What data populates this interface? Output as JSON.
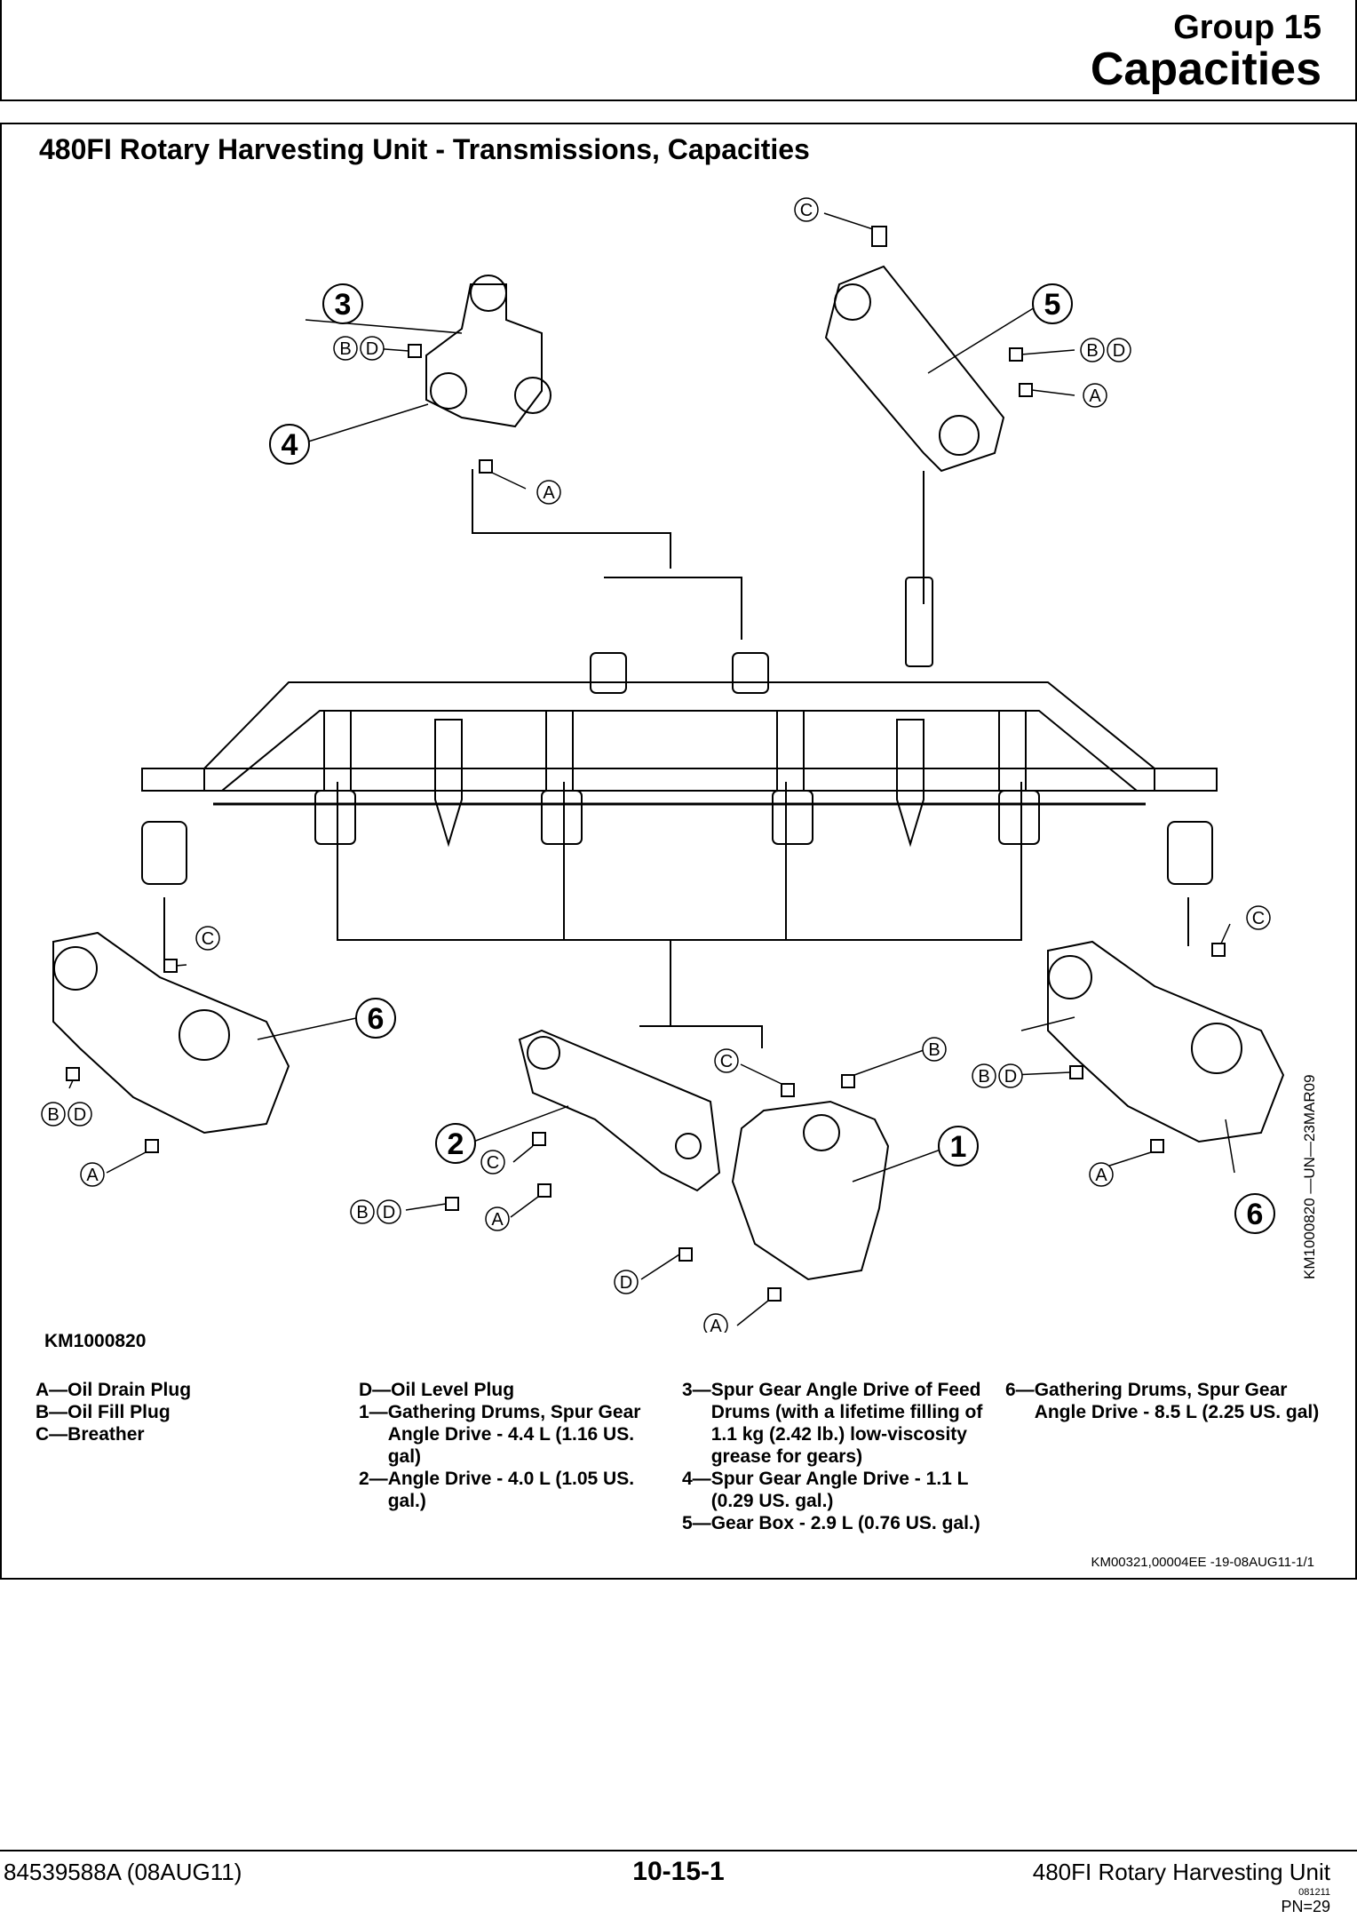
{
  "header": {
    "group_label": "Group 15",
    "group_title": "Capacities"
  },
  "section": {
    "title": "480FI Rotary Harvesting Unit - Transmissions, Capacities",
    "figure_id": "KM1000820",
    "side_code": "KM1000820 —UN—23MAR09",
    "ref_code": "KM00321,00004EE -19-08AUG11-1/1"
  },
  "callouts": {
    "n1": "1",
    "n2": "2",
    "n3": "3",
    "n4": "4",
    "n5": "5",
    "n6": "6",
    "a": "A",
    "b": "B",
    "c": "C",
    "d": "D"
  },
  "legend": [
    [
      {
        "key": "A—",
        "text": "Oil Drain Plug"
      },
      {
        "key": "B—",
        "text": "Oil Fill Plug"
      },
      {
        "key": "C—",
        "text": "Breather"
      }
    ],
    [
      {
        "key": "D—",
        "text": "Oil Level Plug"
      },
      {
        "key": "1— ",
        "text": "Gathering Drums, Spur Gear Angle Drive - 4.4 L (1.16 US. gal)"
      },
      {
        "key": "2— ",
        "text": "Angle Drive - 4.0 L (1.05 US. gal.)"
      }
    ],
    [
      {
        "key": "3— ",
        "text": "Spur Gear Angle Drive of Feed Drums (with a lifetime filling of 1.1 kg (2.42 lb.) low-viscosity grease for gears)"
      },
      {
        "key": "4— ",
        "text": "Spur Gear Angle Drive - 1.1 L (0.29 US. gal.)"
      },
      {
        "key": "5— ",
        "text": "Gear Box - 2.9 L (0.76 US. gal.)"
      }
    ],
    [
      {
        "key": "6— ",
        "text": "Gathering Drums, Spur Gear Angle Drive - 8.5 L (2.25 US. gal)"
      }
    ]
  ],
  "footer": {
    "doc_number": "84539588A (08AUG11)",
    "page_number": "10-15-1",
    "unit_name": "480FI Rotary Harvesting Unit",
    "date_code": "081211",
    "pn": "PN=29"
  }
}
